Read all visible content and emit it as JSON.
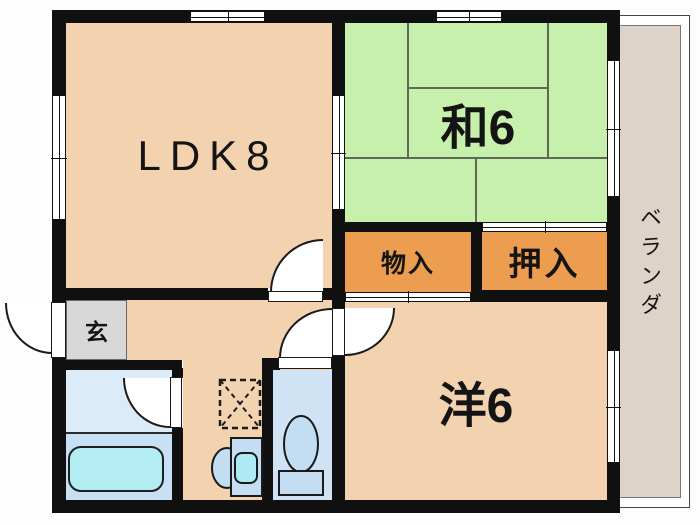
{
  "rooms": {
    "ldk": {
      "label": "LDK8"
    },
    "japanese_room": {
      "label": "和6"
    },
    "western_room": {
      "label": "洋6"
    },
    "storage": {
      "label": "物入"
    },
    "closet": {
      "label": "押入"
    },
    "entrance": {
      "label": "玄"
    },
    "veranda": {
      "label": "ベランダ"
    }
  },
  "colors": {
    "room_peach": "#f3d2b0",
    "tatami_green": "#c7f0ac",
    "storage_orange": "#ec9d50",
    "veranda_beige": "#ddd3c9",
    "entrance_gray": "#d8d8d8",
    "washroom_blue": "#dcebf8",
    "bath_blue": "#c7e0f3",
    "toilet_blue": "#cfe3f4",
    "fixture_cyan": "#b4edf4",
    "fixture_blue": "#c3def2",
    "wall_black": "#101010"
  }
}
